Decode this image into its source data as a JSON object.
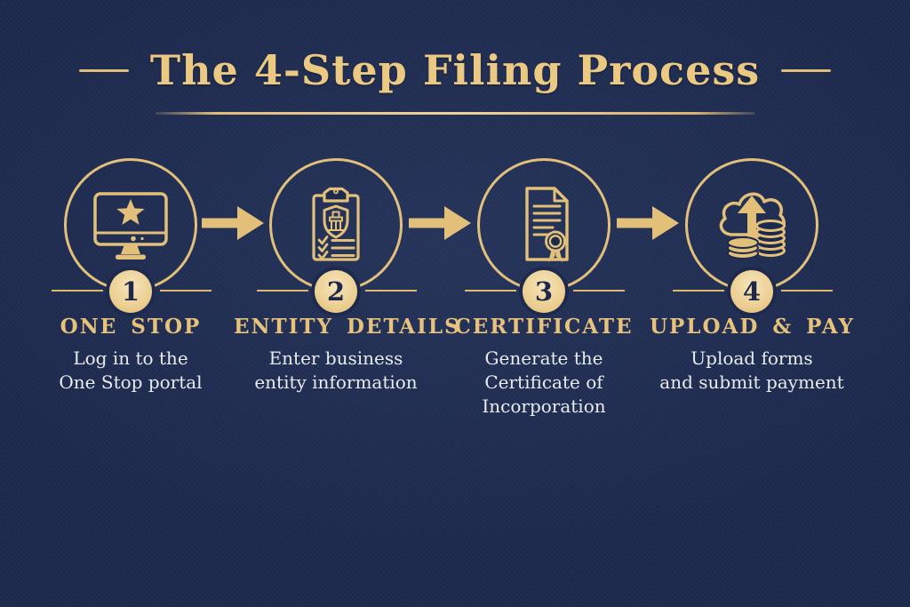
{
  "title": "The 4-Step Filing Process",
  "colors": {
    "background": "#1d2a4e",
    "gold": "#e3c07a",
    "badge_fill": "#eccf93",
    "badge_number": "#1f2848",
    "description_text": "#e9ebef"
  },
  "steps": [
    {
      "number": "1",
      "label": "ONE STOP",
      "description": "Log in to the\nOne Stop portal",
      "icon": "monitor-star-icon"
    },
    {
      "number": "2",
      "label": "ENTITY DETAILS",
      "description": "Enter business\nentity information",
      "icon": "clipboard-shield-icon"
    },
    {
      "number": "3",
      "label": "CERTIFICATE",
      "description": "Generate the\nCertificate of\nIncorporation",
      "icon": "certificate-seal-icon"
    },
    {
      "number": "4",
      "label": "UPLOAD & PAY",
      "description": "Upload forms\nand submit payment",
      "icon": "cloud-upload-coins-icon"
    }
  ]
}
